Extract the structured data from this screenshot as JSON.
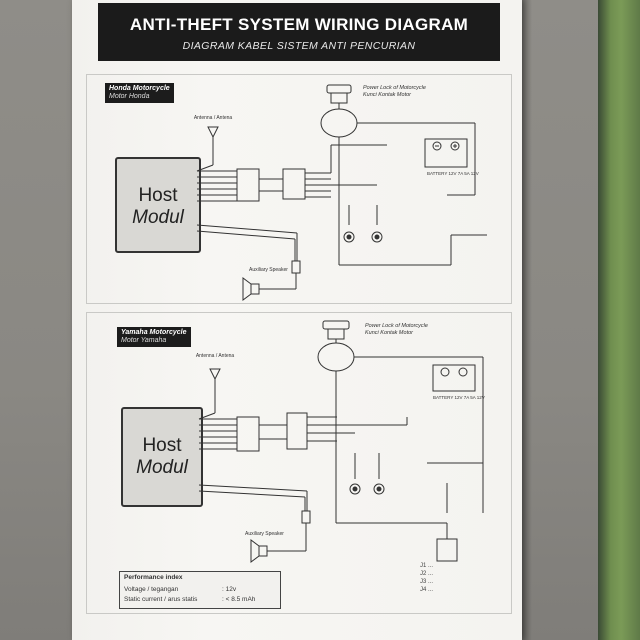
{
  "document": {
    "title": "ANTI-THEFT SYSTEM WIRING DIAGRAM",
    "subtitle": "DIAGRAM KABEL SISTEM ANTI PENCURIAN"
  },
  "sections": [
    {
      "label_en": "Honda Motorcycle",
      "label_id": "Motor Honda",
      "host_line1": "Host",
      "host_line2": "Modul",
      "antenna": "Antenna / Antena",
      "power_lock": "Power Lock of Motorcycle",
      "power_lock_id": "Kunci Kontak Motor",
      "speaker": "Auxiliary Speaker",
      "battery": "BATTERY 12V 7A 5A 12V"
    },
    {
      "label_en": "Yamaha Motorcycle",
      "label_id": "Motor Yamaha",
      "host_line1": "Host",
      "host_line2": "Modul",
      "antenna": "Antenna / Antena",
      "power_lock": "Power Lock of Motorcycle",
      "power_lock_id": "Kunci Kontak Motor",
      "speaker": "Auxiliary Speaker",
      "battery": "BATTERY 12V 7A 5A 12V"
    }
  ],
  "performance": {
    "title": "Performance index",
    "voltage_label": "Voltage / tegangan",
    "voltage_value": ": 12v",
    "current_label": "Static current / arus statis",
    "current_value": ": < 8.5 mAh"
  },
  "legend": [
    "J1 ...",
    "J2 ...",
    "J3 ...",
    "J4 ..."
  ],
  "colors": {
    "paper": "#f4f3f0",
    "header": "#1b1b1b",
    "box_green": "#6f8e4f"
  }
}
